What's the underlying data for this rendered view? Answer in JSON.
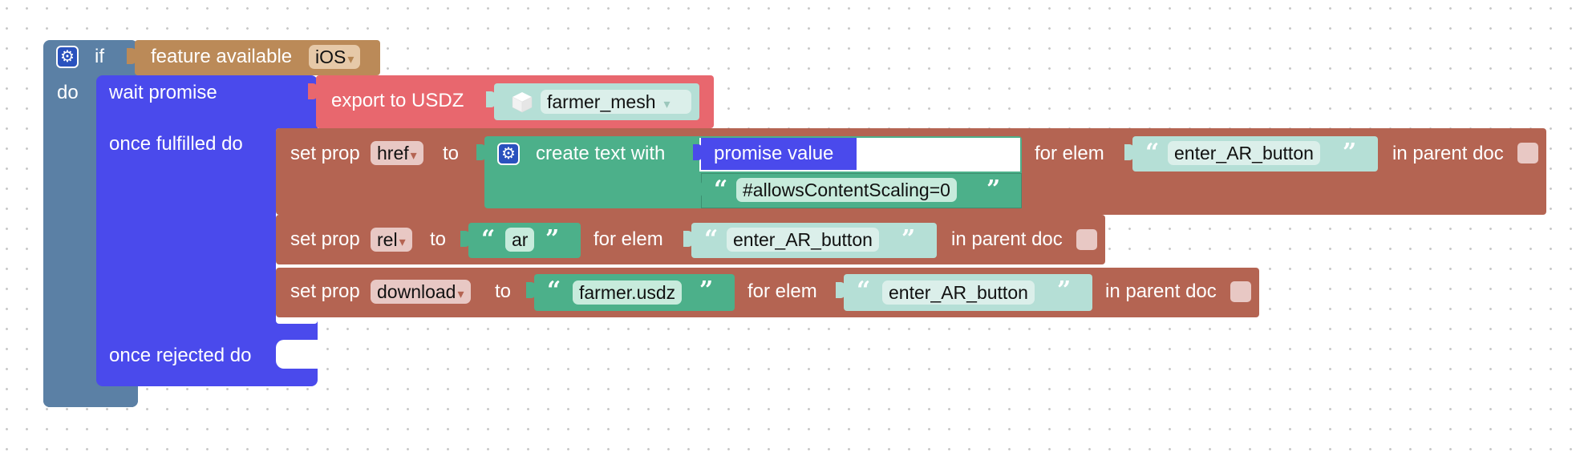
{
  "colors": {
    "if_block": "#5b80a5",
    "promise_block": "#4a4aec",
    "feature_block": "#bb8a58",
    "export_block": "#e8676e",
    "setprop_block": "#b46452",
    "text_block": "#4cb08a",
    "string_block": "#b5dfd6",
    "value_block": "#4a4aec"
  },
  "if_block": {
    "if_label": "if",
    "do_label": "do",
    "icon": "gear-icon"
  },
  "feature": {
    "label": "feature available",
    "platform": "iOS"
  },
  "promise": {
    "wait_label": "wait promise",
    "fulfilled_label": "once fulfilled do",
    "rejected_label": "once rejected do"
  },
  "export": {
    "label": "export to USDZ",
    "mesh_icon": "cube-icon",
    "mesh_name": "farmer_mesh"
  },
  "setprops": [
    {
      "set_label": "set prop",
      "prop": "href",
      "to_label": "to",
      "create_text_label": "create text with",
      "promise_value_label": "promise value",
      "text2": "#allowsContentScaling=0",
      "for_elem_label": "for elem",
      "elem": "enter_AR_button",
      "in_parent_label": "in parent doc"
    },
    {
      "set_label": "set prop",
      "prop": "rel",
      "to_label": "to",
      "value": "ar",
      "for_elem_label": "for elem",
      "elem": "enter_AR_button",
      "in_parent_label": "in parent doc"
    },
    {
      "set_label": "set prop",
      "prop": "download",
      "to_label": "to",
      "value": "farmer.usdz",
      "for_elem_label": "for elem",
      "elem": "enter_AR_button",
      "in_parent_label": "in parent doc"
    }
  ],
  "quote_open": "“",
  "quote_close": "”",
  "dropdown_arrow": "▾"
}
